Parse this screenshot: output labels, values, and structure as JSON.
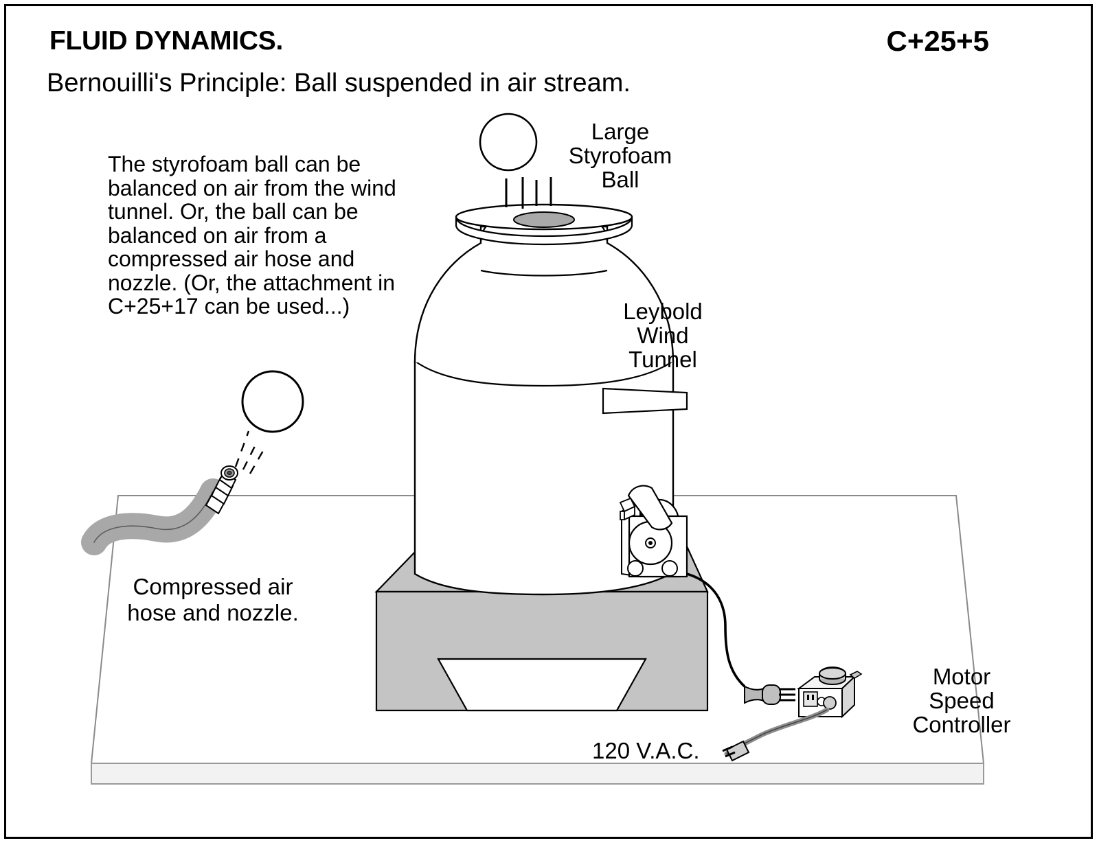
{
  "header": {
    "title": "FLUID DYNAMICS.",
    "catalog_number": "C+25+5",
    "subtitle": "Bernouilli's Principle: Ball suspended in air stream."
  },
  "note": {
    "text": "The styrofoam ball can be balanced on air from the wind tunnel.  Or, the ball can be balanced on air from a  compressed air hose and nozzle. (Or, the attachment in C+25+17 can be used...)"
  },
  "labels": {
    "styrofoam_ball": "Large\nStyrofoam\nBall",
    "wind_tunnel": "Leybold\nWind\nTunnel",
    "motor_speed_controller": "Motor\nSpeed\nController",
    "compressed_air_hose": "Compressed air\nhose and nozzle.",
    "power": "120 V.A.C."
  },
  "colors": {
    "outline": "#000000",
    "base_gray": "#c4c4c4",
    "hose_gray": "#a8a8a8",
    "table_edge": "#e8e8e8",
    "disc_hole": "#a9a9a9",
    "background": "#ffffff"
  }
}
